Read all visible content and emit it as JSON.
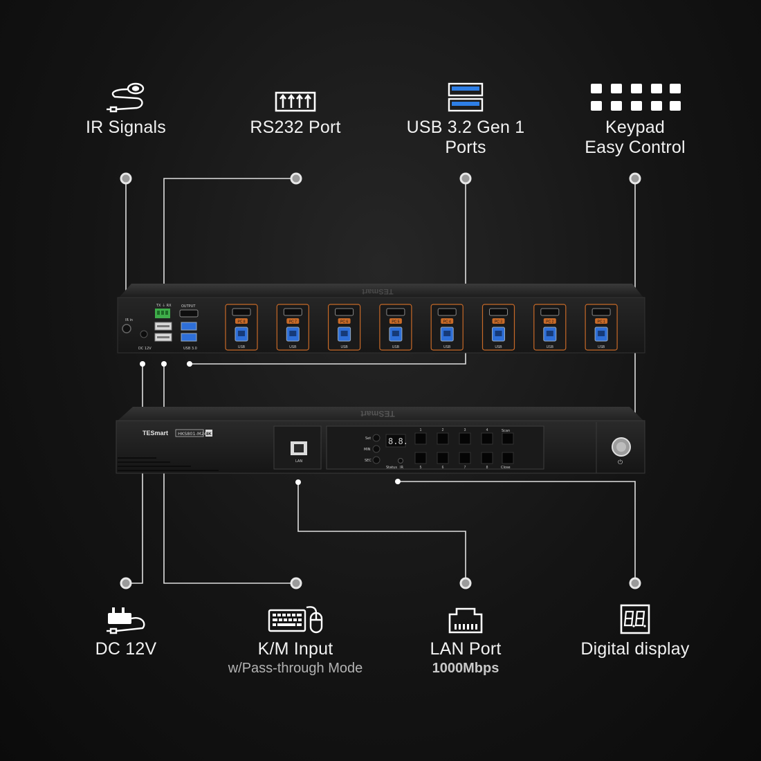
{
  "features_top": [
    {
      "id": "ir",
      "label": "IR Signals",
      "icon": "ir-receiver-icon"
    },
    {
      "id": "rs232",
      "label": "RS232 Port",
      "icon": "rs232-terminal-icon"
    },
    {
      "id": "usb",
      "label": "USB 3.2 Gen 1\nPorts",
      "icon": "usb-ports-icon"
    },
    {
      "id": "keypad",
      "label": "Keypad\nEasy Control",
      "icon": "keypad-icon"
    }
  ],
  "features_bottom": [
    {
      "id": "dc",
      "label": "DC 12V",
      "icon": "power-adapter-icon"
    },
    {
      "id": "km",
      "label": "K/M Input",
      "sub": "w/Pass-through Mode",
      "icon": "keyboard-mouse-icon"
    },
    {
      "id": "lan",
      "label": "LAN Port",
      "sub": "1000Mbps",
      "icon": "ethernet-port-icon"
    },
    {
      "id": "display",
      "label": "Digital display",
      "icon": "segment-display-icon"
    }
  ],
  "rear_panel": {
    "brand": "TESmart",
    "ir_in": "IR in",
    "tx_rx": "TX ⏚ RX",
    "output": "OUTPUT",
    "dc": "DC 12V",
    "usb30": "USB 3.0",
    "ports": [
      "PC 8",
      "PC 7",
      "PC 6",
      "PC 5",
      "PC 4",
      "PC 3",
      "PC 2",
      "PC 1"
    ],
    "usb_label": "USB"
  },
  "front_panel": {
    "brand": "TESmart",
    "model": "HKS801-M24",
    "badge": "8K",
    "lan": "LAN",
    "set": "Set",
    "min": "MIN",
    "sec": "SEC",
    "display_value": "8.8.",
    "status": "Status",
    "ir": "IR",
    "top_numbers": [
      "1",
      "2",
      "3",
      "4"
    ],
    "bottom_numbers": [
      "5",
      "6",
      "7",
      "8"
    ],
    "scan": "Scan",
    "close": "Close",
    "power_symbol": "⏻"
  },
  "colors": {
    "accent_orange": "#c86a28",
    "usb_blue": "#2e6fd8",
    "terminal_green": "#3fae4a",
    "line": "#e6e6e6"
  }
}
